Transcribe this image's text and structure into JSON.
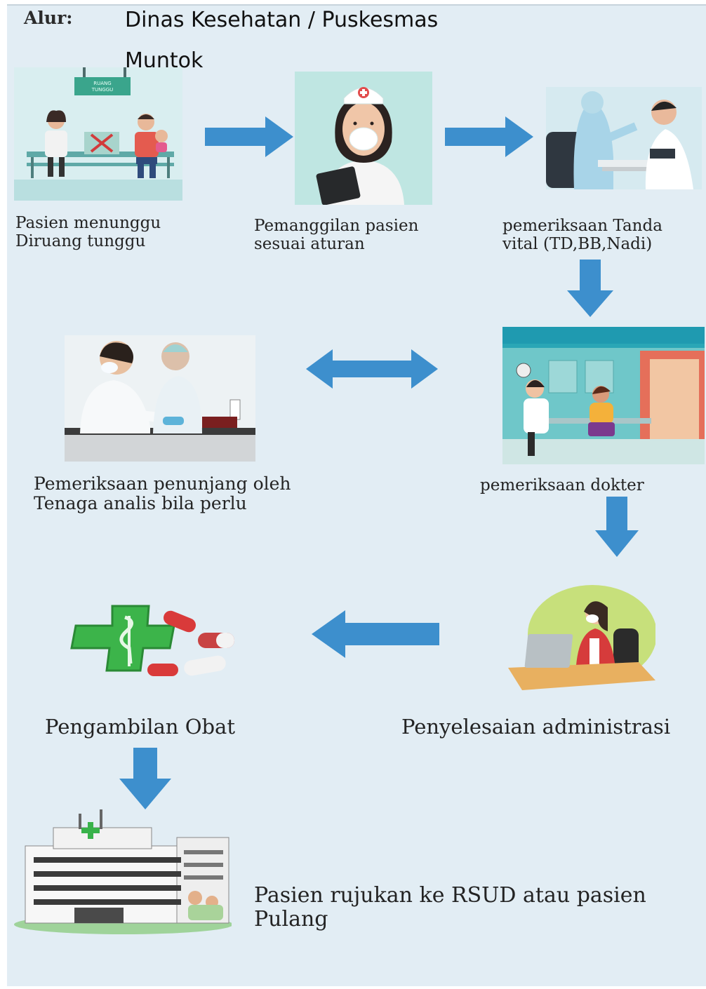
{
  "header": {
    "label": "Alur:",
    "title": "Dinas Kesehatan / Puskesmas Muntok"
  },
  "steps": {
    "waiting": {
      "caption": "Pasien menunggu\nDiruang tunggu",
      "sign_text": "RUANG\nTUNGGU"
    },
    "calling": {
      "caption": "Pemanggilan pasien\nsesuai aturan"
    },
    "vitals": {
      "caption": "pemeriksaan Tanda\nvital (TD,BB,Nadi)"
    },
    "doctor": {
      "caption": "pemeriksaan dokter"
    },
    "lab": {
      "caption": "Pemeriksaan penunjang oleh\nTenaga analis bila perlu"
    },
    "admin": {
      "caption": "Penyelesaian administrasi"
    },
    "medicine": {
      "caption": "Pengambilan Obat"
    },
    "referral": {
      "caption": "Pasien rujukan  ke RSUD atau pasien\nPulang"
    }
  },
  "colors": {
    "arrow": "#3d8fcd",
    "background": "#e2edf4",
    "text": "#232323"
  },
  "icons": [
    "waiting-room-illustration",
    "nurse-illustration",
    "vital-check-illustration",
    "doctor-consult-illustration",
    "lab-test-illustration",
    "admin-desk-illustration",
    "pharmacy-illustration",
    "hospital-illustration"
  ]
}
